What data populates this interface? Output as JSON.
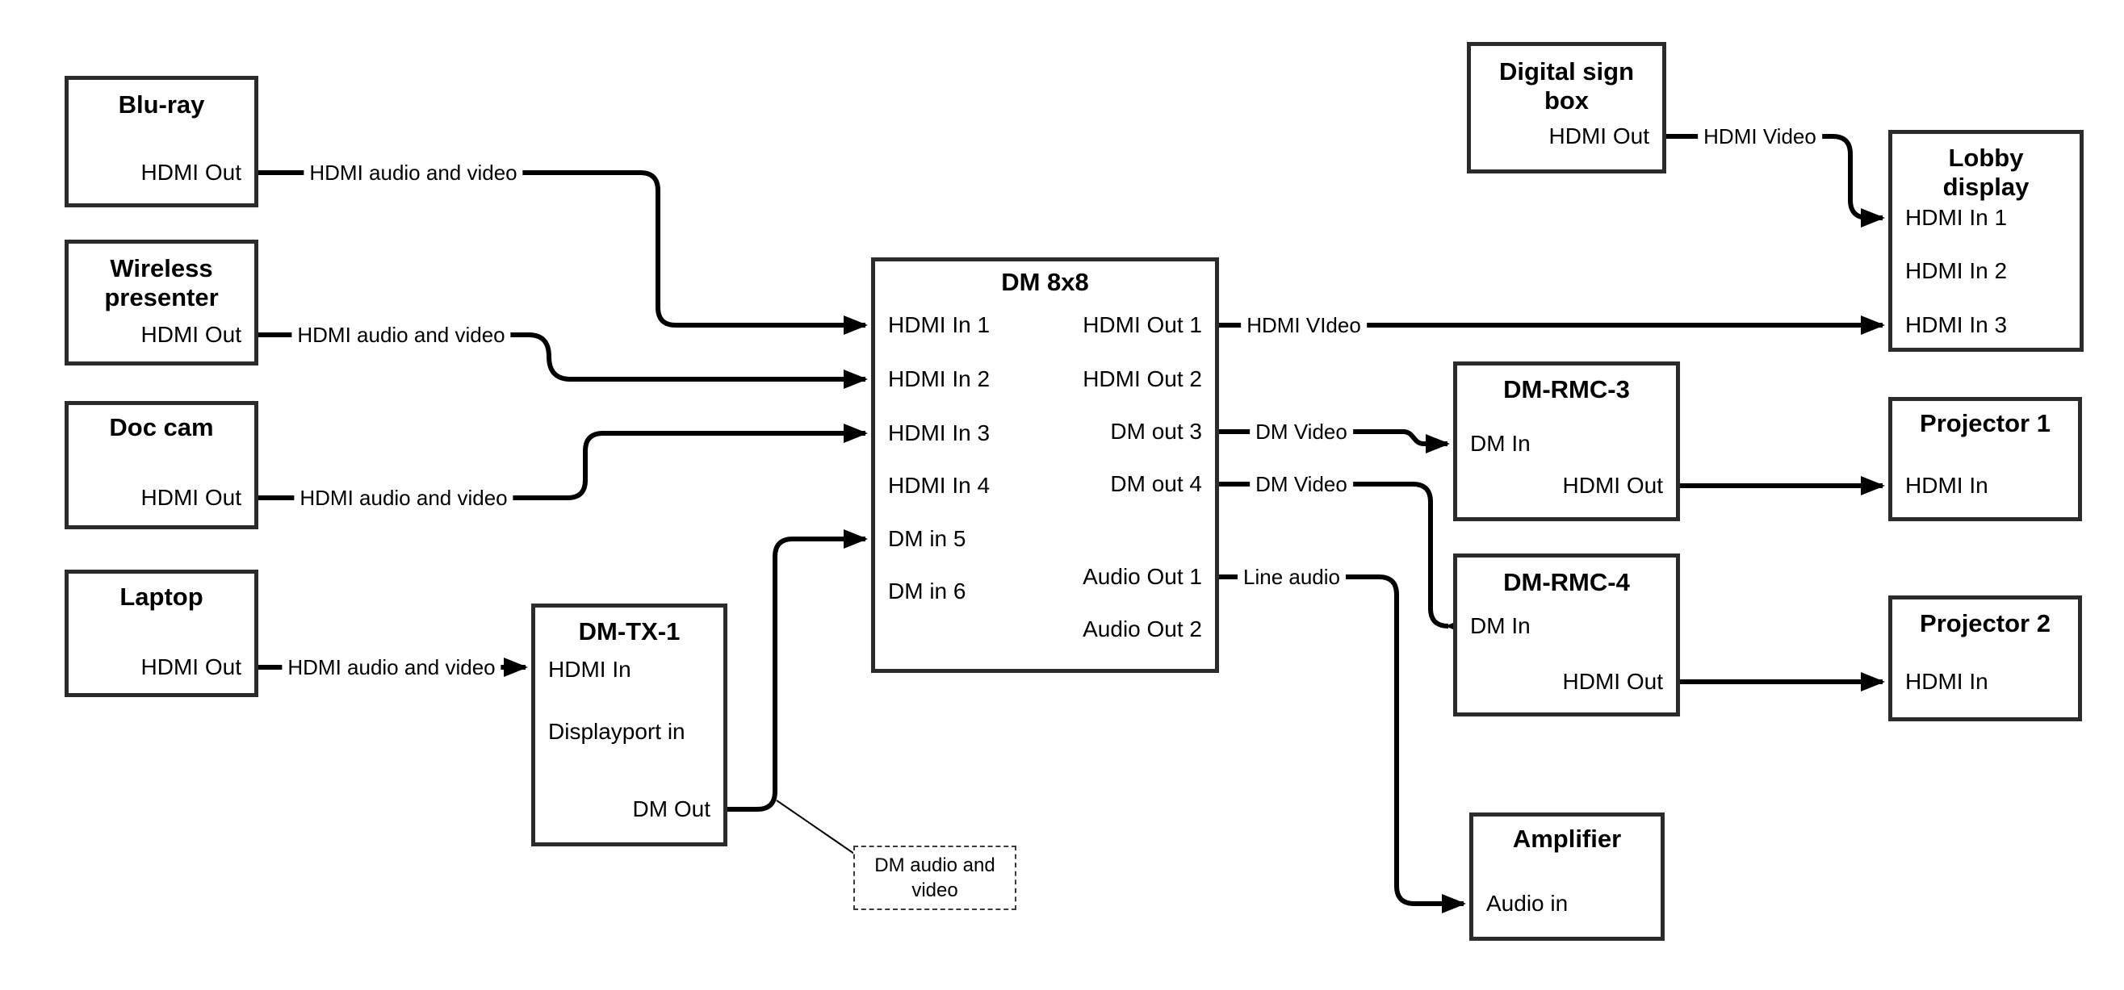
{
  "nodes": {
    "bluray": {
      "title": "Blu-ray",
      "ports": {
        "hdmi_out": "HDMI Out"
      }
    },
    "wireless_presenter": {
      "title": "Wireless presenter",
      "ports": {
        "hdmi_out": "HDMI Out"
      }
    },
    "doc_cam": {
      "title": "Doc cam",
      "ports": {
        "hdmi_out": "HDMI Out"
      }
    },
    "laptop": {
      "title": "Laptop",
      "ports": {
        "hdmi_out": "HDMI Out"
      }
    },
    "dm_tx_1": {
      "title": "DM-TX-1",
      "ports": {
        "hdmi_in": "HDMI In",
        "displayport_in": "Displayport in",
        "dm_out": "DM Out"
      }
    },
    "dm_8x8": {
      "title": "DM 8x8",
      "ports": {
        "hdmi_in_1": "HDMI In 1",
        "hdmi_in_2": "HDMI In 2",
        "hdmi_in_3": "HDMI In 3",
        "hdmi_in_4": "HDMI In 4",
        "dm_in_5": "DM in 5",
        "dm_in_6": "DM in 6",
        "hdmi_out_1": "HDMI Out 1",
        "hdmi_out_2": "HDMI Out 2",
        "dm_out_3": "DM out 3",
        "dm_out_4": "DM out 4",
        "audio_out_1": "Audio Out 1",
        "audio_out_2": "Audio Out 2"
      }
    },
    "digital_sign_box": {
      "title": "Digital sign box",
      "ports": {
        "hdmi_out": "HDMI Out"
      }
    },
    "lobby_display": {
      "title": "Lobby display",
      "ports": {
        "hdmi_in_1": "HDMI In 1",
        "hdmi_in_2": "HDMI In 2",
        "hdmi_in_3": "HDMI In 3"
      }
    },
    "dm_rmc_3": {
      "title": "DM-RMC-3",
      "ports": {
        "dm_in": "DM In",
        "hdmi_out": "HDMI Out"
      }
    },
    "projector_1": {
      "title": "Projector 1",
      "ports": {
        "hdmi_in": "HDMI In"
      }
    },
    "dm_rmc_4": {
      "title": "DM-RMC-4",
      "ports": {
        "dm_in": "DM In",
        "hdmi_out": "HDMI Out"
      }
    },
    "projector_2": {
      "title": "Projector 2",
      "ports": {
        "hdmi_in": "HDMI In"
      }
    },
    "amplifier": {
      "title": "Amplifier",
      "ports": {
        "audio_in": "Audio in"
      }
    }
  },
  "connection_labels": {
    "bluray_to_dm8x8": "HDMI audio and video",
    "wireless_to_dm8x8": "HDMI audio and video",
    "doccam_to_dm8x8": "HDMI audio and video",
    "laptop_to_dmtx1": "HDMI audio and video",
    "dm8x8_to_lobby": "HDMI VIdeo",
    "digitalsign_to_lobby": "HDMI Video",
    "dmout3_to_rmc3": "DM Video",
    "dmout4_to_rmc4": "DM Video",
    "audioout1_to_amplifier": "Line audio"
  },
  "callout": {
    "text": "DM audio and video"
  },
  "colors": {
    "line": "#000000",
    "box_border": "#2b2b2b",
    "background": "#ffffff"
  }
}
